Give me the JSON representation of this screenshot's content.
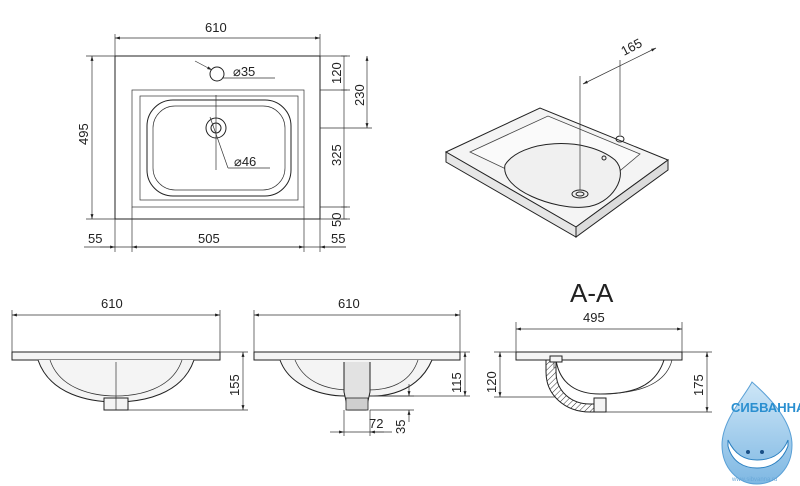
{
  "top_view": {
    "width": "610",
    "height": "495",
    "tap_hole": "⌀35",
    "drain": "⌀46",
    "dim_120": "120",
    "dim_230": "230",
    "dim_325": "325",
    "dim_50": "50",
    "left_margin": "55",
    "inner_width": "505",
    "right_margin": "55"
  },
  "iso_view": {
    "dim_165": "165"
  },
  "front_view": {
    "width": "610",
    "depth": "155"
  },
  "side_view": {
    "width": "610",
    "depth": "115",
    "drain_w": "72",
    "drain_h": "35"
  },
  "section_view": {
    "title": "A-A",
    "width": "495",
    "dim_120": "120",
    "dim_175": "175"
  },
  "logo": {
    "name": "СИБВАННА",
    "site": "www.sibvanna.ru"
  }
}
